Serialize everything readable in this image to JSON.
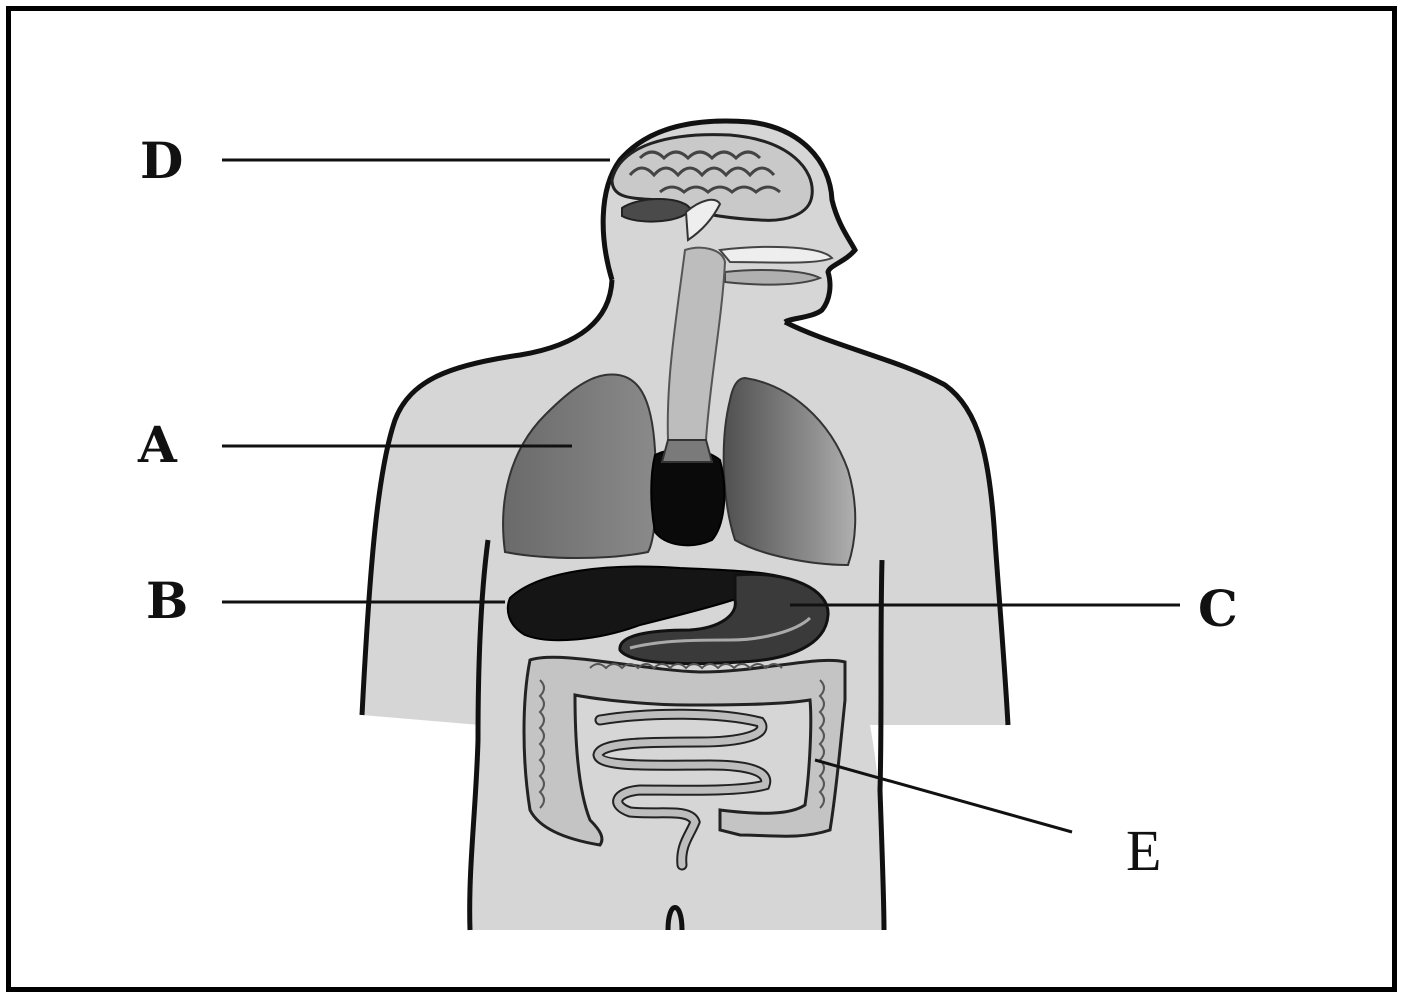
{
  "diagram": {
    "labels": {
      "a": "A",
      "b": "B",
      "c": "C",
      "d": "D",
      "e": "E"
    },
    "colors": {
      "body_fill": "#d6d6d6",
      "outline": "#111111",
      "lung": "#5a5a5a",
      "heart": "#0a0a0a",
      "liver": "#151515",
      "stomach": "#3a3a3a",
      "intestine": "#c4c4c4",
      "brain": "#c9c9c9"
    }
  }
}
